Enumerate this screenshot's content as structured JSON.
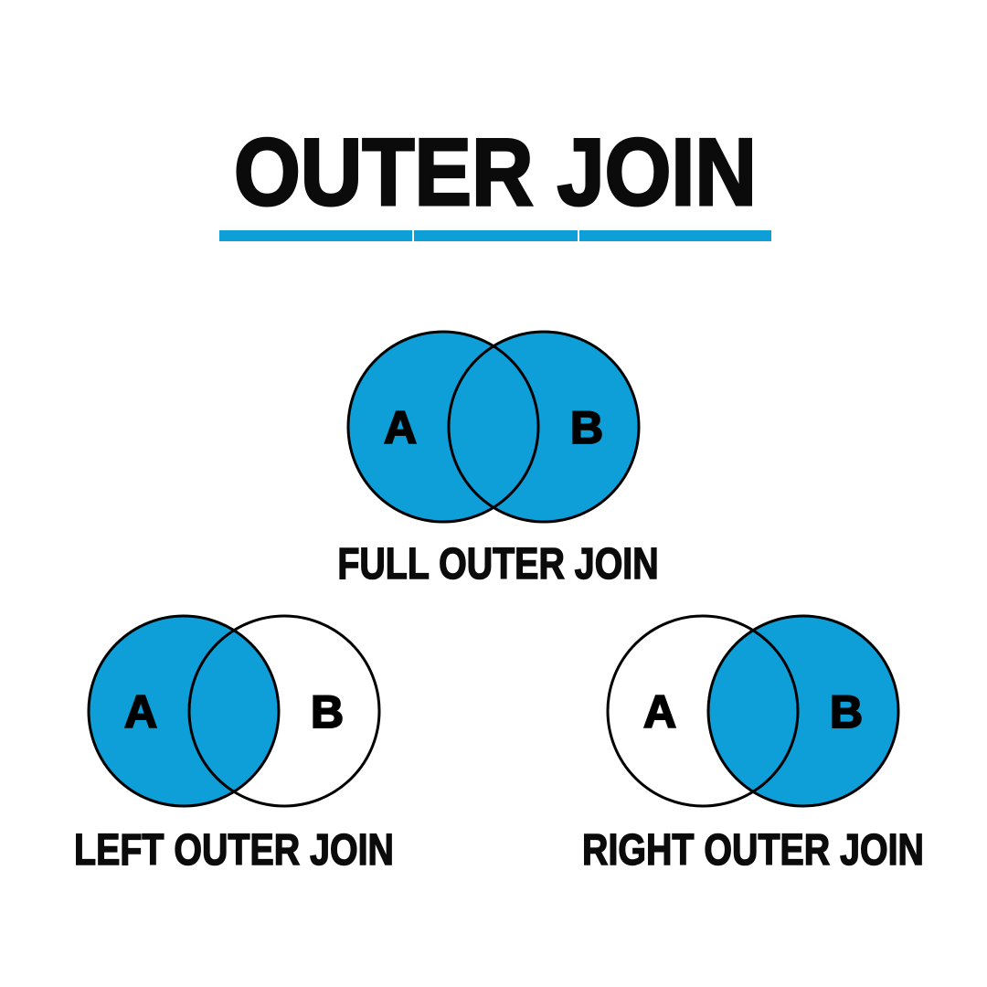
{
  "title": "OUTER JOIN",
  "colors": {
    "accent": "#0e9ed8",
    "venn_filled": "#0e9ed8",
    "venn_empty": "#ffffff",
    "outline": "#000000",
    "text": "#0b0b0b"
  },
  "diagrams": {
    "full": {
      "caption": "FULL OUTER JOIN",
      "set_a": "A",
      "set_b": "B",
      "filled": "both circles"
    },
    "left": {
      "caption": "LEFT OUTER JOIN",
      "set_a": "A",
      "set_b": "B",
      "filled": "left circle"
    },
    "right": {
      "caption": "RIGHT OUTER JOIN",
      "set_a": "A",
      "set_b": "B",
      "filled": "right circle"
    }
  }
}
